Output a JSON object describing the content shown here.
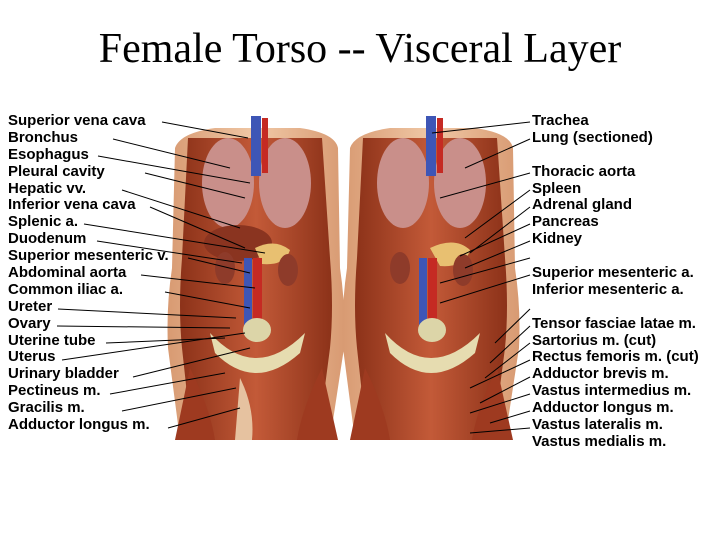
{
  "title": "Female Torso -- Visceral Layer",
  "left_labels": [
    "Superior vena cava",
    "Bronchus",
    "Esophagus",
    "Pleural cavity",
    "Hepatic vv.",
    "Inferior vena cava",
    "Splenic a.",
    "Duodenum",
    "Superior mesenteric v.",
    "Abdominal aorta",
    "Common iliac a.",
    "Ureter",
    "Ovary",
    "Uterine tube",
    "Uterus",
    "Urinary bladder",
    "Pectineus m.",
    "Gracilis m.",
    "Adductor longus m."
  ],
  "right_labels_top": [
    "Trachea",
    "Lung (sectioned)"
  ],
  "right_labels_mid": [
    "Thoracic aorta",
    "Spleen",
    "Adrenal gland",
    "Pancreas",
    "Kidney"
  ],
  "right_labels_mes": [
    "Superior mesenteric a.",
    "Inferior mesenteric a."
  ],
  "right_labels_bottom": [
    "Tensor fasciae latae m.",
    "Sartorius m. (cut)",
    "Rectus femoris m. (cut)",
    "Adductor brevis m.",
    "Vastus intermedius m.",
    "Adductor longus m.",
    "Vastus lateralis m.",
    "Vastus medialis m."
  ],
  "colors": {
    "muscle": "#b5492c",
    "muscle_dark": "#7e2a17",
    "skin": "#e9b78f",
    "lung": "#c98f8a",
    "pancreas": "#e8c071",
    "kidney": "#8e3b2a",
    "bladder": "#dcd5a8",
    "vessel_blue": "#3e56b6",
    "vessel_red": "#c52a23"
  }
}
